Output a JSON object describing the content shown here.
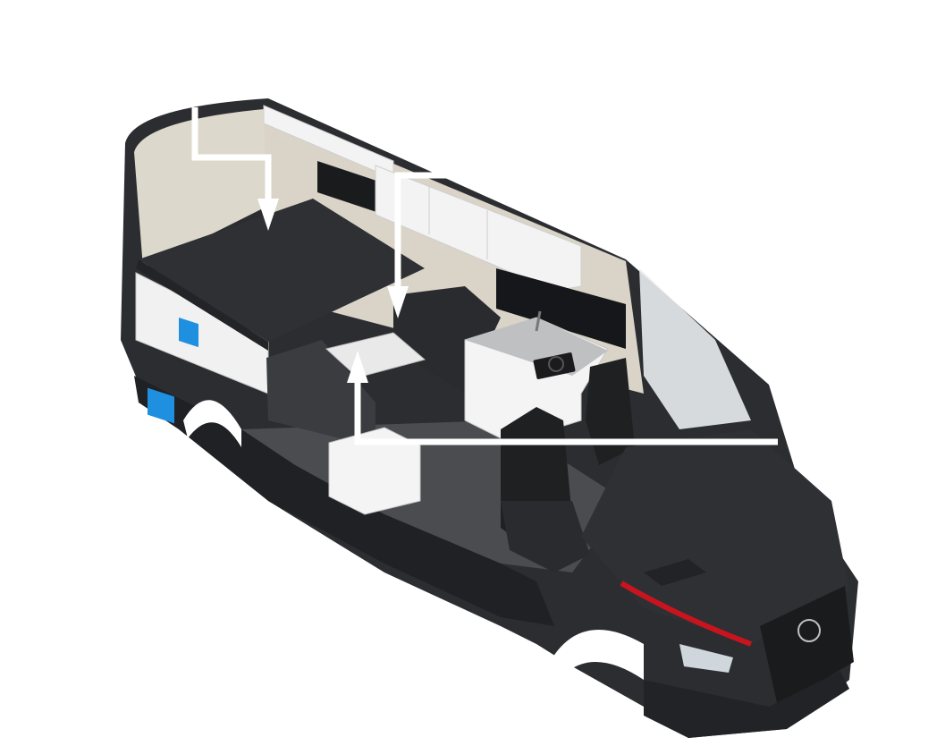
{
  "image": {
    "subject": "van-interior-cutaway",
    "background": "#ffffff",
    "colors": {
      "body": "#2b2d31",
      "body_light": "#3b3e44",
      "wall": "#ddd8cc",
      "floor": "#4a4c50",
      "mattress": "#2f3033",
      "cabinet": "#f3f3f3",
      "seat": "#1f2022",
      "accent_red": "#c8141e",
      "storage_blue": "#1f8fe0",
      "arrow": "#ffffff"
    }
  },
  "callouts": [
    {
      "id": "bed",
      "points_to": "bed-platform"
    },
    {
      "id": "kitchen",
      "points_to": "kitchen-galley"
    },
    {
      "id": "table",
      "points_to": "dinette-table"
    }
  ]
}
